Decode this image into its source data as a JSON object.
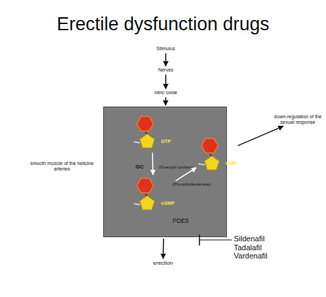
{
  "diagram": {
    "title": "Erectile dysfunction drugs",
    "nodes": [
      {
        "text": [
          "Stimulus"
        ]
      },
      {
        "text": [
          "Nerves"
        ]
      },
      {
        "text": [
          "nitric oxide"
        ]
      },
      {
        "text": [
          "PDE5"
        ]
      },
      {
        "text": [
          "GTP"
        ],
        "in": 3
      },
      {
        "text": [
          "cGMP"
        ],
        "in": 3
      },
      {
        "text": [
          "GMP"
        ],
        "in": 3
      },
      {
        "text": [
          "down-regulation of the sexual response"
        ]
      },
      {
        "text": [
          "erection"
        ]
      },
      {
        "text": [
          "Sildenafil Tadalafil Vardenafil"
        ]
      }
    ],
    "edges": [
      {
        "from": 0,
        "to": 1,
        "arrow": "to"
      },
      {
        "from": 1,
        "to": 2,
        "arrow": "to"
      },
      {
        "from": 2,
        "to": 3,
        "arrow": "to"
      },
      {
        "from": 4,
        "to": 5,
        "arrow": "to"
      },
      {
        "from": 5,
        "to": 6,
        "arrow": "to",
        "label": "(Phosphodiesterase)"
      },
      {
        "from": 6,
        "to": 7,
        "arrow": "to"
      },
      {
        "from": 3,
        "to": 8,
        "arrow": "to"
      },
      {
        "from": 3,
        "to": 9,
        "arrow": "none"
      }
    ],
    "labels": [
      "GC",
      "(Guanylyl cyclase)",
      "smooth muscle of the helicine arteries"
    ]
  }
}
